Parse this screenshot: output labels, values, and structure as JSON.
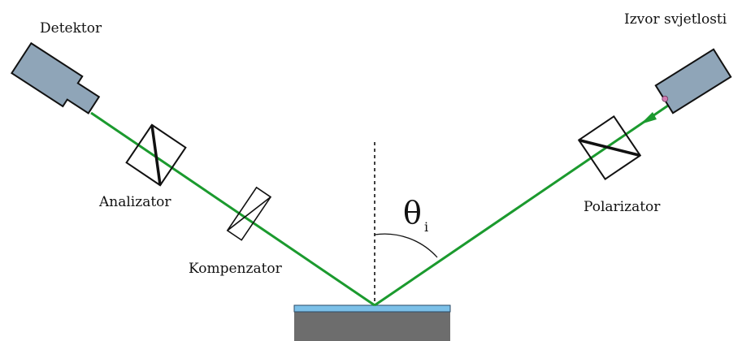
{
  "labels": {
    "detector": "Detektor",
    "source": "Izvor svjetlosti",
    "analyzer": "Analizator",
    "compensator": "Kompenzator",
    "polarizer": "Polarizator",
    "angle_symbol": "θ",
    "angle_subscript": "i"
  },
  "colors": {
    "beam": "#1b9a2e",
    "device_fill": "#8fa5b8",
    "device_stroke": "#111111",
    "sample_film": "#7cc0e8",
    "sample_substrate": "#6d6d6d",
    "source_tip": "#d07ab0"
  }
}
